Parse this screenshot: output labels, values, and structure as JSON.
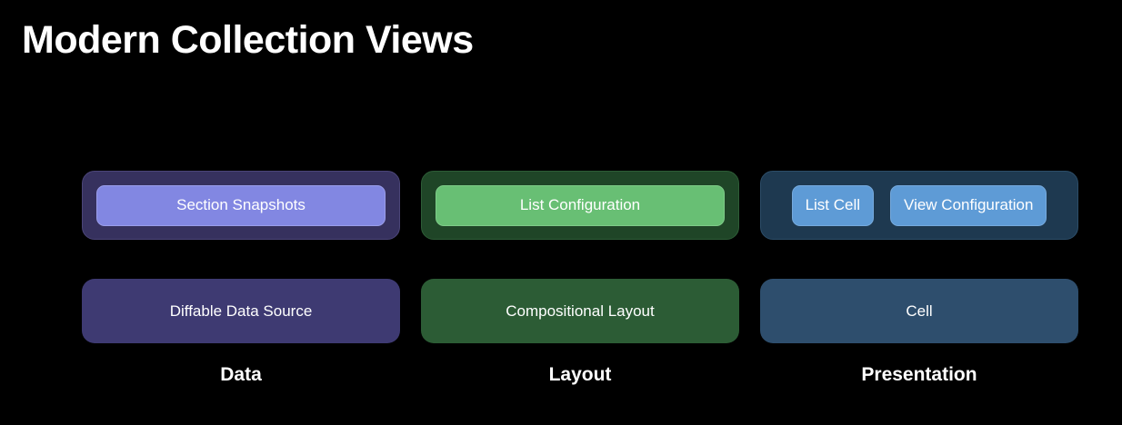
{
  "slide": {
    "title": "Modern Collection Views",
    "background_color": "#000000",
    "text_color": "#ffffff"
  },
  "columns": [
    {
      "caption": "Data",
      "accent_color": "#8287e2",
      "group": {
        "container_color": "#36315e",
        "pills": [
          {
            "label": "Section Snapshots",
            "color": "#8287e2"
          }
        ]
      },
      "card": {
        "label": "Diffable Data Source",
        "color": "#3e3a72"
      }
    },
    {
      "caption": "Layout",
      "accent_color": "#68bf74",
      "group": {
        "container_color": "#1f4527",
        "pills": [
          {
            "label": "List Configuration",
            "color": "#68bf74"
          }
        ]
      },
      "card": {
        "label": "Compositional Layout",
        "color": "#2c5c35"
      }
    },
    {
      "caption": "Presentation",
      "accent_color": "#5e9bd6",
      "group": {
        "container_color": "#1e3950",
        "pills": [
          {
            "label": "List Cell",
            "color": "#5e9bd6"
          },
          {
            "label": "View Configuration",
            "color": "#5e9bd6"
          }
        ]
      },
      "card": {
        "label": "Cell",
        "color": "#2e4e6d"
      }
    }
  ]
}
